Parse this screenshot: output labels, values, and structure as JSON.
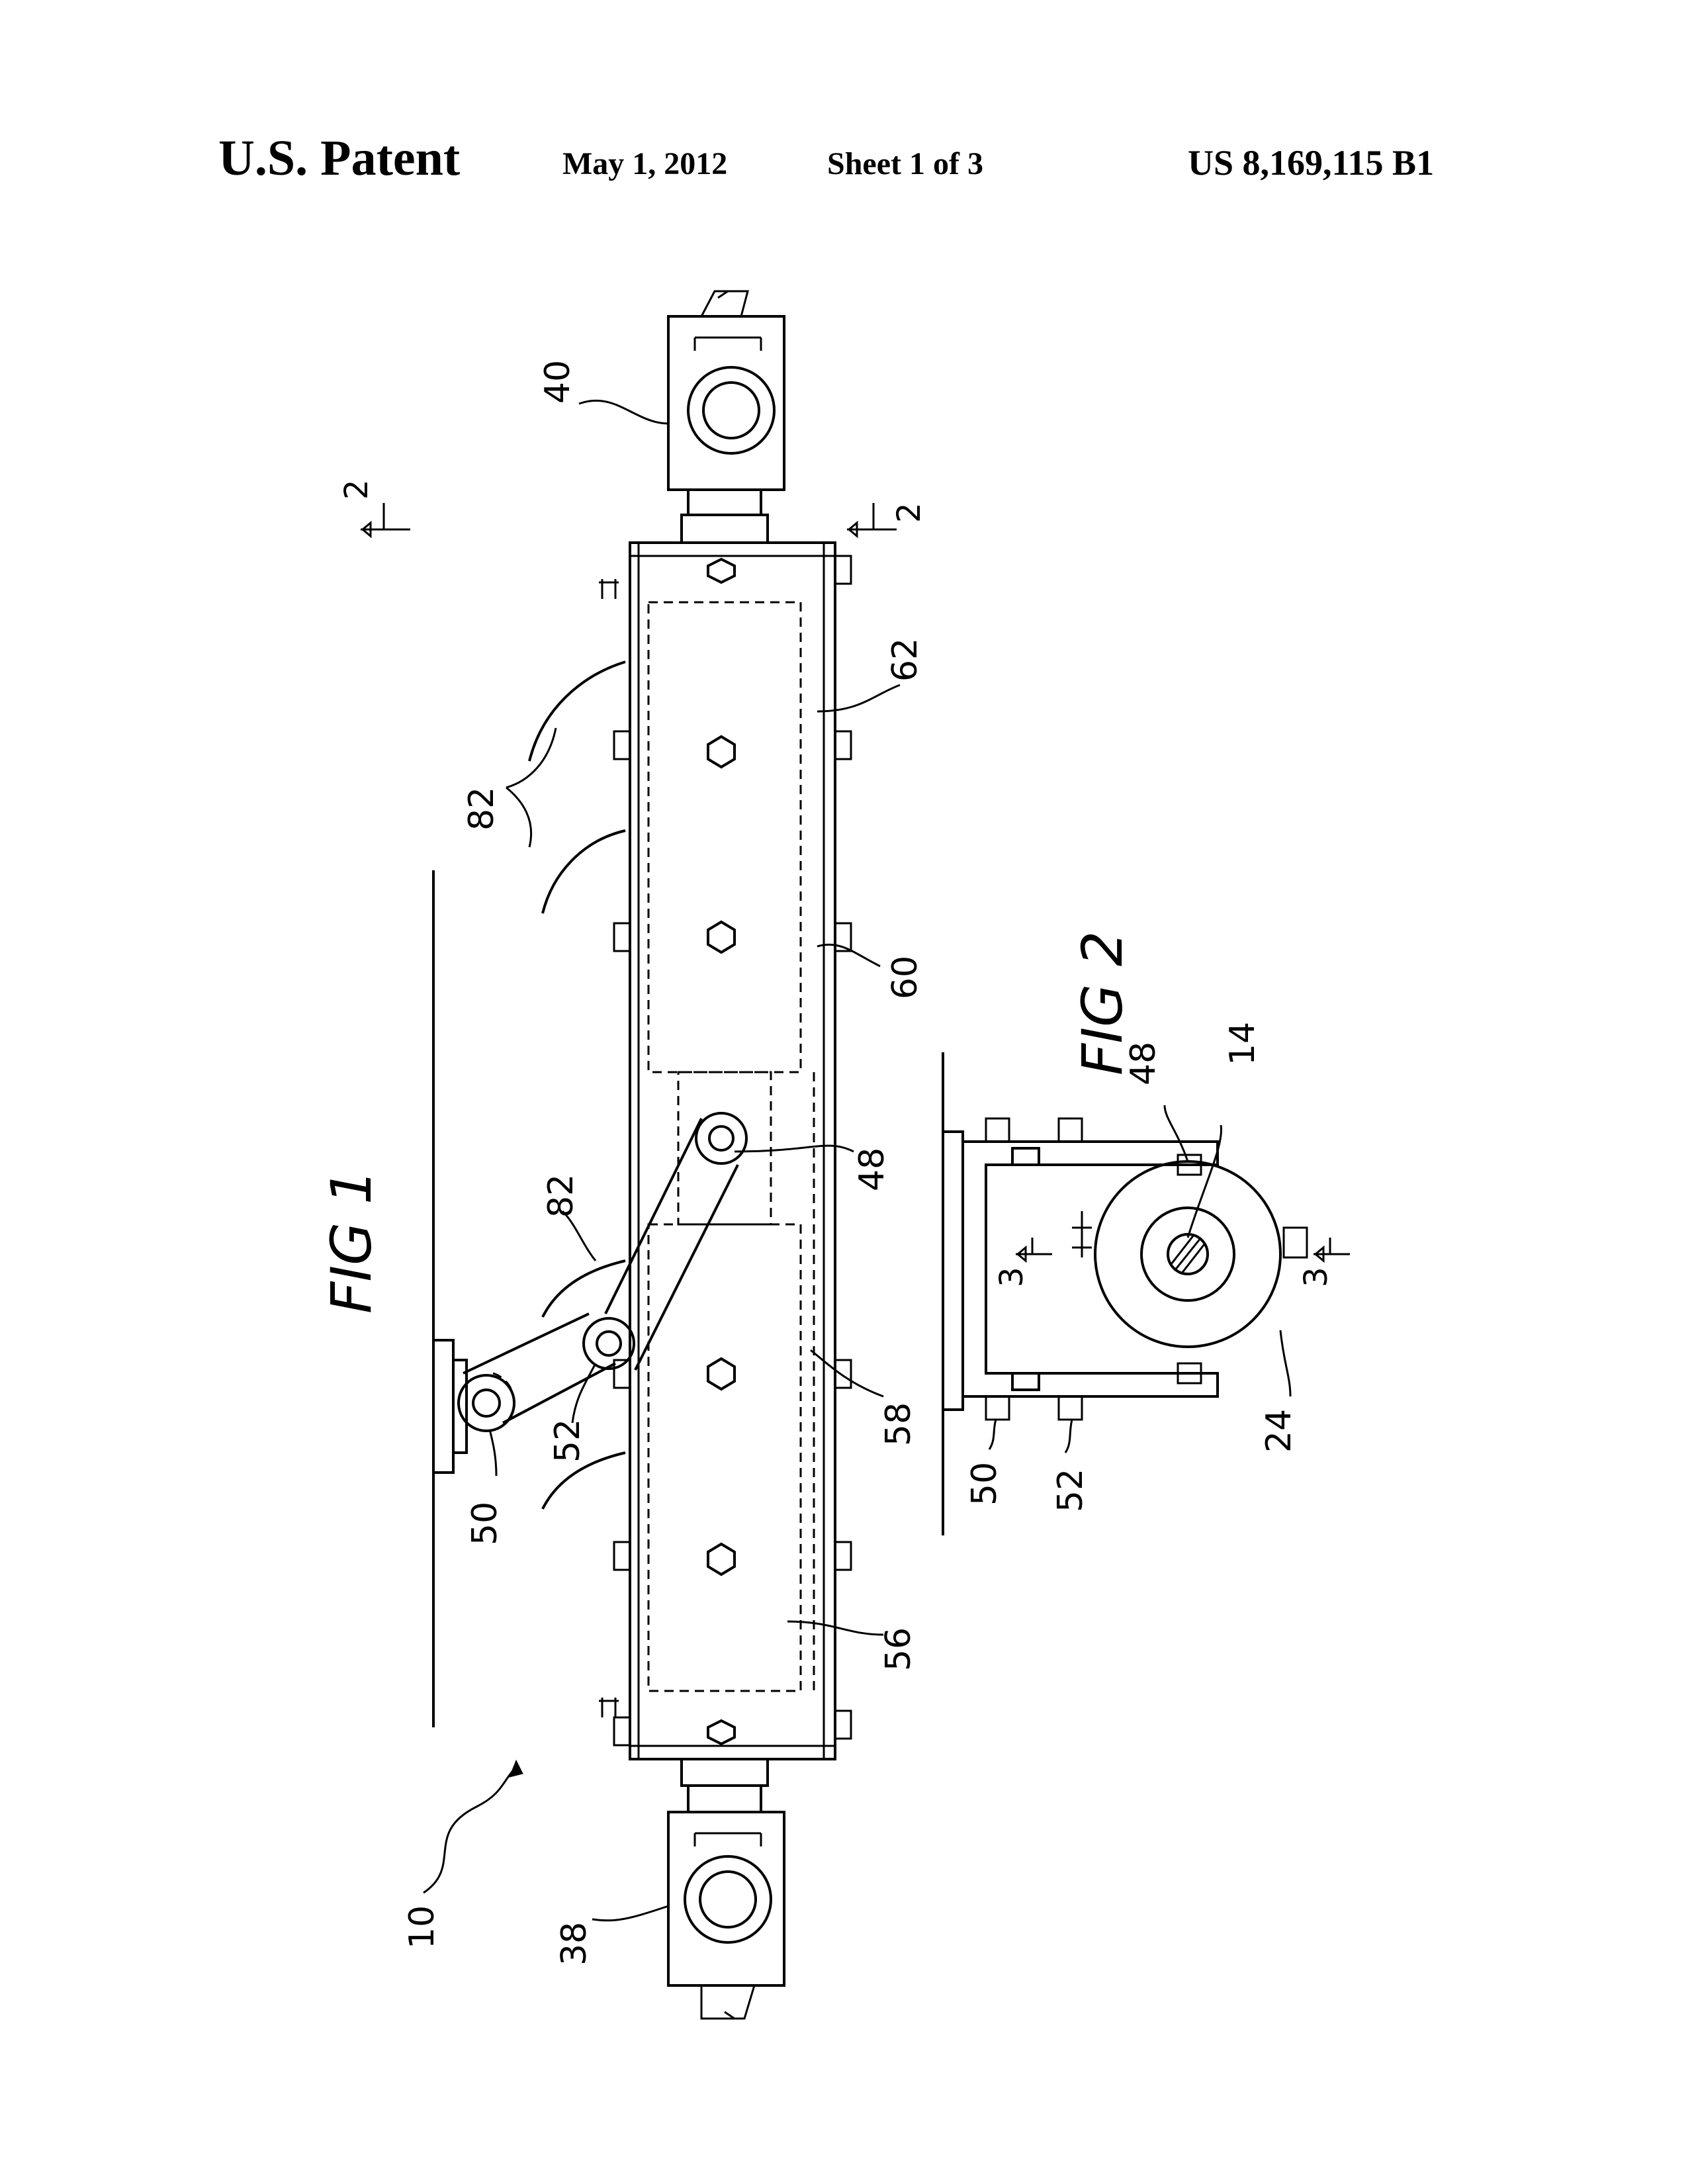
{
  "header": {
    "title": "U.S. Patent",
    "date": "May 1, 2012",
    "sheet": "Sheet 1 of 3",
    "patent_number": "US 8,169,115 B1"
  },
  "figures": {
    "fig1_label": "FIG 1",
    "fig2_label": "FIG 2"
  },
  "fig1_refs": {
    "r10": "10",
    "r38": "38",
    "r40": "40",
    "r48": "48",
    "r50": "50",
    "r52": "52",
    "r56": "56",
    "r58": "58",
    "r60": "60",
    "r62": "62",
    "r82a": "82",
    "r82b": "82",
    "sec2a": "2",
    "sec2b": "2"
  },
  "fig2_refs": {
    "r14": "14",
    "r24": "24",
    "r48": "48",
    "r50": "50",
    "r52": "52",
    "sec3a": "3",
    "sec3b": "3"
  }
}
